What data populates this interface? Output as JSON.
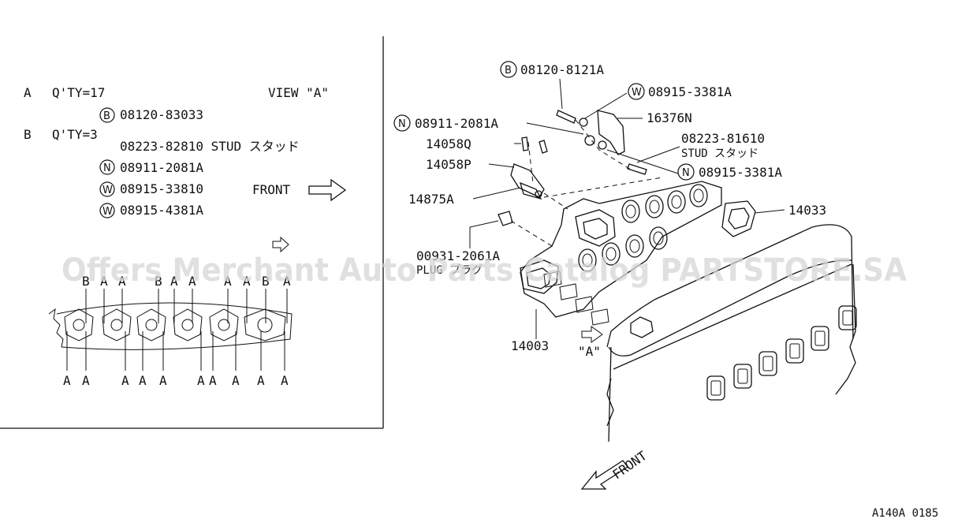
{
  "inset": {
    "qty_a": {
      "letter": "A",
      "text": "Q'TY=17"
    },
    "qty_b": {
      "letter": "B",
      "text": "Q'TY=3"
    },
    "view_label": "VIEW \"A\"",
    "parts": [
      {
        "badge": "B",
        "number": "08120-83033"
      },
      {
        "badge": "",
        "number": "08223-82810 STUD スタッド"
      },
      {
        "badge": "N",
        "number": "08911-2081A"
      },
      {
        "badge": "W",
        "number": "08915-33810"
      },
      {
        "badge": "W",
        "number": "08915-4381A"
      }
    ],
    "front_label": "FRONT",
    "top_letters": [
      "B",
      "A",
      "A",
      "B",
      "A",
      "A",
      "A",
      "A",
      "B",
      "A"
    ],
    "bottom_letters": [
      "A",
      "A",
      "A",
      "A",
      "A",
      "A",
      "A",
      "A",
      "A",
      "A"
    ]
  },
  "main": {
    "callouts": [
      {
        "badge": "B",
        "number": "08120-8121A"
      },
      {
        "badge": "W",
        "number": "08915-3381A"
      },
      {
        "badge": "",
        "number": "16376N"
      },
      {
        "badge": "N",
        "number": "08911-2081A"
      },
      {
        "badge": "",
        "number": "14058Q"
      },
      {
        "badge": "",
        "number": "08223-81610"
      },
      {
        "badge": "",
        "number": "STUD スタッド"
      },
      {
        "badge": "",
        "number": "14058P"
      },
      {
        "badge": "N",
        "number": "08915-3381A"
      },
      {
        "badge": "",
        "number": "14875A"
      },
      {
        "badge": "",
        "number": "14033"
      },
      {
        "badge": "",
        "number": "00931-2061A"
      },
      {
        "badge": "",
        "number": "PLUG プラグ"
      },
      {
        "badge": "",
        "number": "14003"
      }
    ],
    "view_a_marker": "\"A\"",
    "front_label": "FRONT"
  },
  "watermark": "Offers Merchant Auto Parts Catalog PARTSTORE.SA",
  "diagram_code": "A140A 0185"
}
